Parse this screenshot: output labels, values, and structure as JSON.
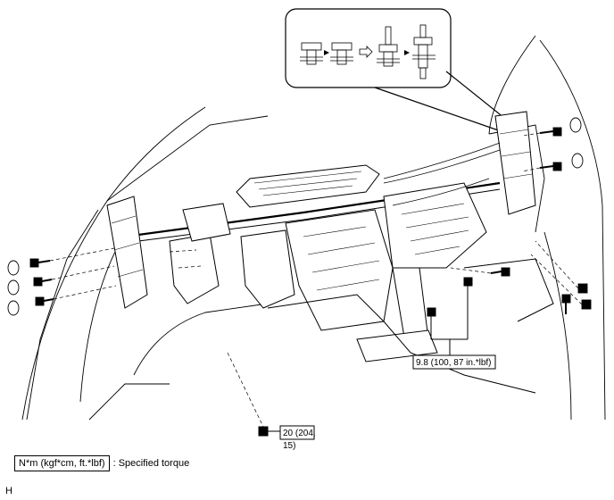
{
  "torque_labels": {
    "right_nuts": "9.8 (100, 87 in.*lbf)",
    "lower_bolt_line1": "20 (204,",
    "lower_bolt_line2": "15)"
  },
  "legend": {
    "unit": "N*m (kgf*cm, ft.*lbf)",
    "meaning": ": Specified torque"
  },
  "figure_code": "H"
}
